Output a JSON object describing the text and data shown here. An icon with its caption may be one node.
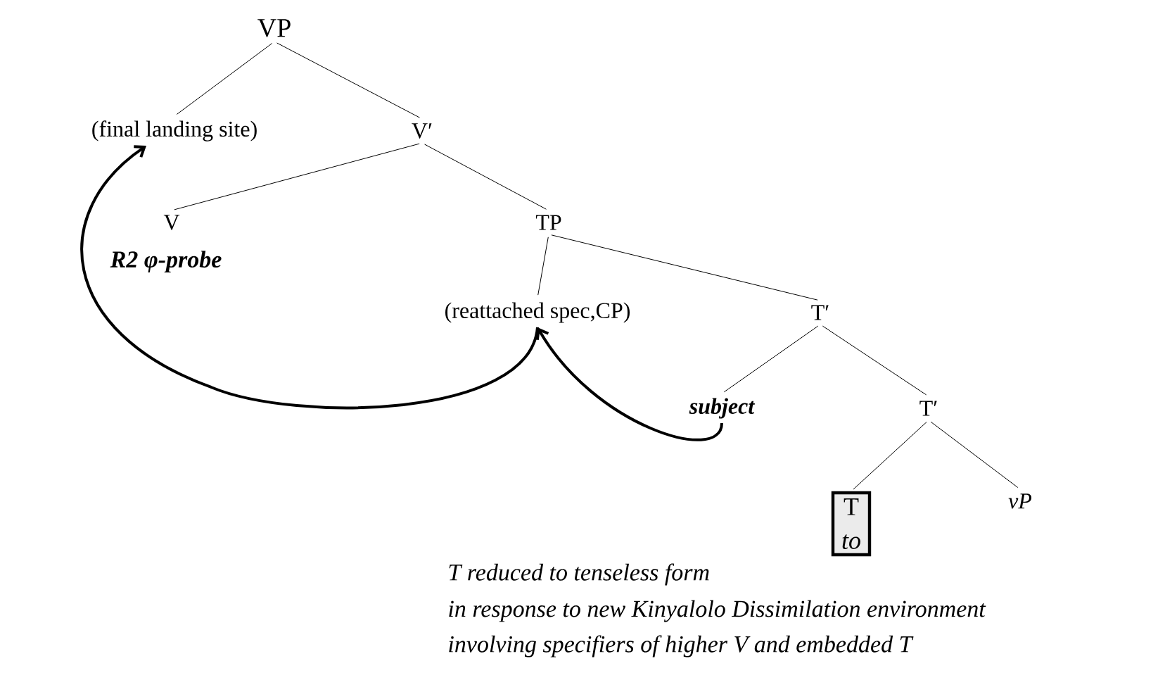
{
  "diagram": {
    "nodes": [
      {
        "text": [
          "VP"
        ]
      },
      {
        "text": [
          "(final landing site)"
        ]
      },
      {
        "text": [
          "V′"
        ]
      },
      {
        "text": [
          "V"
        ],
        "beside": [
          "R2 φ-probe"
        ]
      },
      {
        "text": [
          "TP"
        ]
      },
      {
        "text": [
          "(reattached spec,CP)"
        ]
      },
      {
        "text": [
          "T′"
        ]
      },
      {
        "text": [
          "subject"
        ]
      },
      {
        "text": [
          "T′"
        ]
      },
      {
        "text": [
          "T",
          "to"
        ]
      },
      {
        "text": [
          "vP"
        ]
      }
    ],
    "edges": [
      {
        "from": 0,
        "to": 1,
        "arrow": "none"
      },
      {
        "from": 0,
        "to": 2,
        "arrow": "none"
      },
      {
        "from": 2,
        "to": 3,
        "arrow": "none"
      },
      {
        "from": 2,
        "to": 4,
        "arrow": "none"
      },
      {
        "from": 4,
        "to": 5,
        "arrow": "none"
      },
      {
        "from": 4,
        "to": 6,
        "arrow": "none"
      },
      {
        "from": 6,
        "to": 7,
        "arrow": "none"
      },
      {
        "from": 6,
        "to": 8,
        "arrow": "none"
      },
      {
        "from": 8,
        "to": 9,
        "arrow": "none"
      },
      {
        "from": 8,
        "to": 10,
        "arrow": "none"
      },
      {
        "from": 7,
        "to": 5,
        "arrow": "to",
        "style": "thick"
      },
      {
        "from": 5,
        "to": 1,
        "arrow": "to",
        "style": "thick"
      }
    ],
    "labels": [
      "T reduced to tenseless form",
      "in response to new Kinyalolo Dissimilation environment",
      "involving specifiers of higher V and embedded T"
    ]
  }
}
